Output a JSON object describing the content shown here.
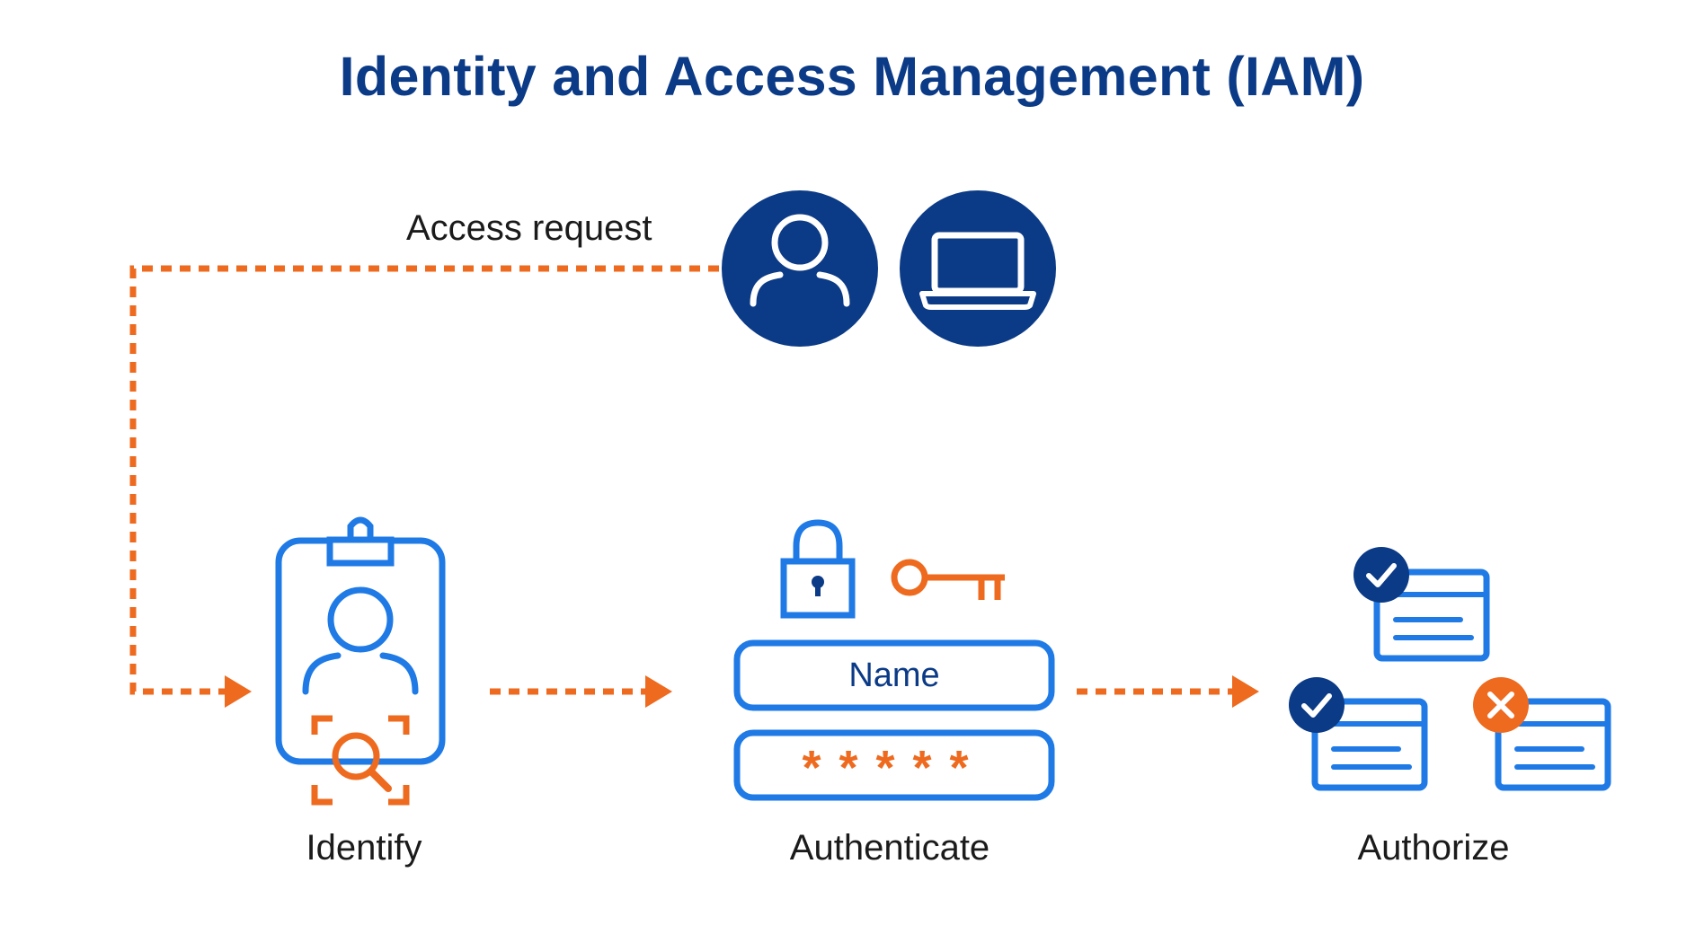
{
  "title": "Identity and Access Management (IAM)",
  "flow": {
    "access_request_label": "Access request",
    "steps": [
      {
        "label": "Identify"
      },
      {
        "label": "Authenticate"
      },
      {
        "label": "Authorize"
      }
    ]
  },
  "auth_form": {
    "name_field": "Name",
    "password_field": "*****"
  },
  "icons": {
    "requester": [
      "user-icon",
      "laptop-icon"
    ],
    "identify": [
      "id-badge-icon",
      "search-icon"
    ],
    "authenticate": [
      "lock-icon",
      "key-icon"
    ],
    "authorize": [
      "approved-document-icon",
      "approved-document-icon",
      "denied-document-icon"
    ]
  },
  "colors": {
    "title": "#0b3a86",
    "navy": "#0b3a86",
    "blue": "#1f7ae6",
    "orange": "#ee6a1f",
    "text": "#1b1b1b"
  }
}
